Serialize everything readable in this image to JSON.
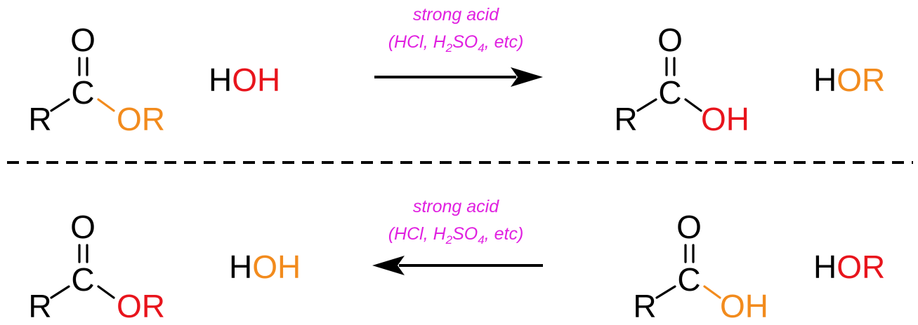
{
  "colors": {
    "black": "#000000",
    "red": "#e8141c",
    "orange": "#f28b1d",
    "magenta": "#e020e0"
  },
  "reactions": [
    {
      "direction": "forward",
      "conditions": {
        "line1": "strong acid",
        "line2_pre": "(HCl, H",
        "sub1": "2",
        "line2_mid": "SO",
        "sub2": "4",
        "line2_post": ", etc)"
      },
      "reactant": {
        "O": "O",
        "C": "C",
        "R": "R",
        "OR": "OR"
      },
      "reagent": {
        "H": "H",
        "OH": "OH"
      },
      "product": {
        "O": "O",
        "C": "C",
        "R": "R",
        "OH": "OH"
      },
      "byproduct": {
        "H": "H",
        "OR": "OR"
      }
    },
    {
      "direction": "reverse",
      "conditions": {
        "line1": "strong acid",
        "line2_pre": "(HCl, H",
        "sub1": "2",
        "line2_mid": "SO",
        "sub2": "4",
        "line2_post": ", etc)"
      },
      "ester": {
        "O": "O",
        "C": "C",
        "R": "R",
        "OR": "OR"
      },
      "water": {
        "H": "H",
        "OH": "OH"
      },
      "acid": {
        "O": "O",
        "C": "C",
        "R": "R",
        "OH": "OH"
      },
      "alcohol": {
        "H": "H",
        "OR": "OR"
      }
    }
  ]
}
